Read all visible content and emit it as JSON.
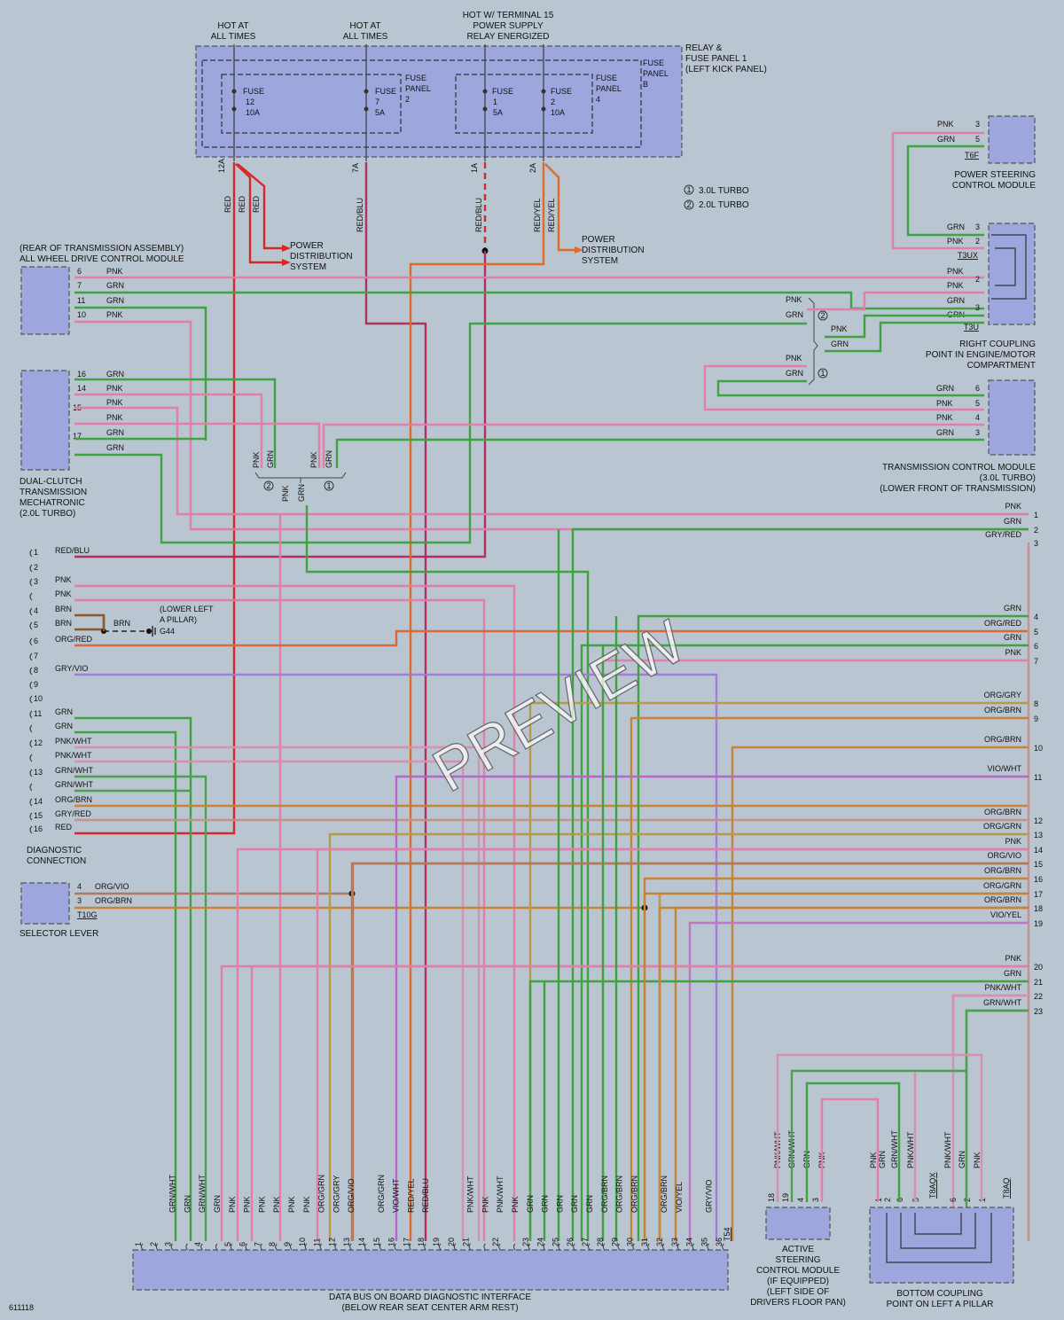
{
  "labels": {
    "hot_at_all_times_1": [
      "HOT AT",
      "ALL TIMES"
    ],
    "hot_at_all_times_2": [
      "HOT AT",
      "ALL TIMES"
    ],
    "hot_terminal_15": [
      "HOT W/ TERMINAL 15",
      "POWER SUPPLY",
      "RELAY ENERGIZED"
    ],
    "relay_fuse_panel": [
      "RELAY &",
      "FUSE PANEL 1",
      "(LEFT KICK PANEL)"
    ],
    "fuse_panel_2": [
      "FUSE",
      "PANEL",
      "2"
    ],
    "fuse_panel_4": [
      "FUSE",
      "PANEL",
      "4"
    ],
    "fuse_panel_b": [
      "FUSE",
      "PANEL",
      "B"
    ],
    "fuse_12": [
      "FUSE",
      "12",
      "10A"
    ],
    "fuse_7": [
      "FUSE",
      "7",
      "5A"
    ],
    "fuse_1": [
      "FUSE",
      "1",
      "5A"
    ],
    "fuse_2": [
      "FUSE",
      "2",
      "10A"
    ],
    "power_distribution_1": [
      "POWER",
      "DISTRIBUTION",
      "SYSTEM"
    ],
    "power_distribution_2": [
      "POWER",
      "DISTRIBUTION",
      "SYSTEM"
    ],
    "legend_1": "3.0L TURBO",
    "legend_2": "2.0L TURBO",
    "awd_module": [
      "(REAR OF TRANSMISSION ASSEMBLY)",
      "ALL WHEEL DRIVE CONTROL MODULE"
    ],
    "dual_clutch": [
      "DUAL-CLUTCH",
      "TRANSMISSION",
      "MECHATRONIC",
      "(2.0L TURBO)"
    ],
    "power_steering": [
      "POWER STEERING",
      "CONTROL MODULE"
    ],
    "right_coupling": [
      "RIGHT COUPLING",
      "POINT IN ENGINE/MOTOR",
      "COMPARTMENT"
    ],
    "transmission_cm": [
      "TRANSMISSION CONTROL MODULE",
      "(3.0L TURBO)",
      "(LOWER FRONT OF TRANSMISSION)"
    ],
    "diagnostic_connection": [
      "DIAGNOSTIC",
      "CONNECTION"
    ],
    "selector_lever": "SELECTOR LEVER",
    "lower_left_a_pillar": [
      "(LOWER LEFT",
      "A PILLAR)"
    ],
    "g44": "G44",
    "data_bus": [
      "DATA BUS ON BOARD DIAGNOSTIC INTERFACE",
      "(BELOW REAR SEAT CENTER ARM REST)"
    ],
    "active_steering": [
      "ACTIVE",
      "STEERING",
      "CONTROL MODULE",
      "(IF EQUIPPED)",
      "(LEFT SIDE OF",
      "DRIVERS FLOOR PAN)"
    ],
    "bottom_coupling": [
      "BOTTOM COUPLING",
      "POINT ON LEFT A PILLAR"
    ],
    "diagram_id": "611118",
    "watermark": "PREVIEW"
  },
  "connectors": {
    "t6f": "T6F",
    "t3ux": "T3UX",
    "t3u": "T3U",
    "t10g": "T10G",
    "t54": "T54",
    "t8aq": "T8AQ",
    "t8aqx": "T8AQX"
  },
  "fuse_pins": [
    "12A",
    "7A",
    "1A",
    "2A"
  ],
  "fuse_wires": [
    "RED",
    "RED",
    "RED",
    "RED/BLU",
    "RED/BLU",
    "RED/YEL",
    "RED/YEL"
  ],
  "awd_pins": [
    {
      "pin": "6",
      "color": "PNK"
    },
    {
      "pin": "7",
      "color": "GRN"
    },
    {
      "pin": "11",
      "color": "GRN"
    },
    {
      "pin": "10",
      "color": "PNK"
    }
  ],
  "mechatronic_pins": [
    {
      "pin": "16",
      "color": "GRN"
    },
    {
      "pin": "14",
      "color": "PNK"
    },
    {
      "pin": "",
      "color": "PNK"
    },
    {
      "pin": "15",
      "color": "PNK"
    },
    {
      "pin": "17",
      "color": "GRN"
    },
    {
      "pin": "",
      "color": "GRN"
    }
  ],
  "power_steering_pins": [
    {
      "pin": "3",
      "color": "PNK"
    },
    {
      "pin": "5",
      "color": "GRN"
    }
  ],
  "t3ux_pins": [
    {
      "pin": "3",
      "color": "GRN"
    },
    {
      "pin": "2",
      "color": "PNK"
    }
  ],
  "t3u_pins": [
    {
      "pin": "",
      "color": "PNK"
    },
    {
      "pin": "2",
      "color": "PNK"
    },
    {
      "pin": "",
      "color": "GRN"
    },
    {
      "pin": "3",
      "color": "GRN"
    }
  ],
  "splice_labels": [
    {
      "color": "PNK",
      "variant": ""
    },
    {
      "color": "GRN",
      "variant": "2"
    },
    {
      "color": "PNK",
      "variant": ""
    },
    {
      "color": "GRN",
      "variant": ""
    },
    {
      "color": "PNK",
      "variant": ""
    },
    {
      "color": "GRN",
      "variant": "1"
    }
  ],
  "tcm_pins": [
    {
      "pin": "6",
      "color": "GRN"
    },
    {
      "pin": "5",
      "color": "PNK"
    },
    {
      "pin": "4",
      "color": "PNK"
    },
    {
      "pin": "3",
      "color": "GRN"
    }
  ],
  "vertical_splice": {
    "top": [
      "PNK",
      "GRN",
      "PNK",
      "GRN"
    ],
    "bottom": [
      "PNK",
      "GRN"
    ],
    "variants": [
      "2",
      "1"
    ]
  },
  "diag_pins": [
    {
      "pin": "1",
      "color": "RED/BLU"
    },
    {
      "pin": "2",
      "color": ""
    },
    {
      "pin": "3",
      "color": "PNK"
    },
    {
      "pin": "",
      "color": "PNK"
    },
    {
      "pin": "4",
      "color": "BRN"
    },
    {
      "pin": "5",
      "color": "BRN"
    },
    {
      "pin": "6",
      "color": "ORG/RED"
    },
    {
      "pin": "7",
      "color": ""
    },
    {
      "pin": "8",
      "color": "GRY/VIO"
    },
    {
      "pin": "9",
      "color": ""
    },
    {
      "pin": "10",
      "color": ""
    },
    {
      "pin": "11",
      "color": "GRN"
    },
    {
      "pin": "",
      "color": "GRN"
    },
    {
      "pin": "12",
      "color": "PNK/WHT"
    },
    {
      "pin": "",
      "color": "PNK/WHT"
    },
    {
      "pin": "13",
      "color": "GRN/WHT"
    },
    {
      "pin": "",
      "color": "GRN/WHT"
    },
    {
      "pin": "14",
      "color": "ORG/BRN"
    },
    {
      "pin": "15",
      "color": "GRY/RED"
    },
    {
      "pin": "16",
      "color": "RED"
    }
  ],
  "g44_wire": "BRN",
  "selector_pins": [
    {
      "pin": "4",
      "color": "ORG/VIO"
    },
    {
      "pin": "3",
      "color": "ORG/BRN"
    }
  ],
  "right_refs": [
    {
      "num": "1",
      "color": "PNK"
    },
    {
      "num": "2",
      "color": "GRN"
    },
    {
      "num": "3",
      "color": "GRY/RED"
    },
    {
      "num": "4",
      "color": "GRN"
    },
    {
      "num": "5",
      "color": "ORG/RED"
    },
    {
      "num": "6",
      "color": "GRN"
    },
    {
      "num": "7",
      "color": "PNK"
    },
    {
      "num": "8",
      "color": "ORG/GRY"
    },
    {
      "num": "9",
      "color": "ORG/BRN"
    },
    {
      "num": "10",
      "color": "ORG/BRN"
    },
    {
      "num": "11",
      "color": "VIO/WHT"
    },
    {
      "num": "12",
      "color": "ORG/BRN"
    },
    {
      "num": "13",
      "color": "ORG/GRN"
    },
    {
      "num": "14",
      "color": "PNK"
    },
    {
      "num": "15",
      "color": "ORG/VIO"
    },
    {
      "num": "16",
      "color": "ORG/BRN"
    },
    {
      "num": "17",
      "color": "ORG/GRN"
    },
    {
      "num": "18",
      "color": "ORG/BRN"
    },
    {
      "num": "19",
      "color": "VIO/YEL"
    },
    {
      "num": "20",
      "color": "PNK"
    },
    {
      "num": "21",
      "color": "GRN"
    },
    {
      "num": "22",
      "color": "PNK/WHT"
    },
    {
      "num": "23",
      "color": "GRN/WHT"
    }
  ],
  "bus_pins": [
    {
      "pin": "1",
      "color": ""
    },
    {
      "pin": "2",
      "color": ""
    },
    {
      "pin": "3",
      "color": "GRN/WHT"
    },
    {
      "pin": "",
      "color": "GRN"
    },
    {
      "pin": "4",
      "color": "GRN/WHT"
    },
    {
      "pin": "",
      "color": "GRN"
    },
    {
      "pin": "5",
      "color": "PNK"
    },
    {
      "pin": "6",
      "color": "PNK"
    },
    {
      "pin": "7",
      "color": "PNK"
    },
    {
      "pin": "8",
      "color": "PNK"
    },
    {
      "pin": "9",
      "color": "PNK"
    },
    {
      "pin": "10",
      "color": "PNK"
    },
    {
      "pin": "11",
      "color": "ORG/GRN"
    },
    {
      "pin": "12",
      "color": "ORG/GRY"
    },
    {
      "pin": "13",
      "color": "ORG/VIO"
    },
    {
      "pin": "14",
      "color": ""
    },
    {
      "pin": "15",
      "color": "ORG/GRN"
    },
    {
      "pin": "16",
      "color": "VIO/WHT"
    },
    {
      "pin": "17",
      "color": "RED/YEL"
    },
    {
      "pin": "18",
      "color": "RED/BLU"
    },
    {
      "pin": "19",
      "color": ""
    },
    {
      "pin": "20",
      "color": ""
    },
    {
      "pin": "21",
      "color": "PNK/WHT"
    },
    {
      "pin": "",
      "color": "PNK"
    },
    {
      "pin": "22",
      "color": "PNK/WHT"
    },
    {
      "pin": "",
      "color": "PNK"
    },
    {
      "pin": "23",
      "color": "GRN"
    },
    {
      "pin": "24",
      "color": "GRN"
    },
    {
      "pin": "25",
      "color": "GRN"
    },
    {
      "pin": "26",
      "color": "GRN"
    },
    {
      "pin": "27",
      "color": "GRN"
    },
    {
      "pin": "28",
      "color": "ORG/BRN"
    },
    {
      "pin": "29",
      "color": "ORG/BRN"
    },
    {
      "pin": "30",
      "color": "ORG/BRN"
    },
    {
      "pin": "31",
      "color": ""
    },
    {
      "pin": "32",
      "color": "ORG/BRN"
    },
    {
      "pin": "33",
      "color": "VIO/YEL"
    },
    {
      "pin": "34",
      "color": ""
    },
    {
      "pin": "35",
      "color": "GRY/VIO"
    },
    {
      "pin": "36",
      "color": ""
    }
  ],
  "active_pins": [
    {
      "pin": "18",
      "color": "PNK/WHT"
    },
    {
      "pin": "19",
      "color": "GRN/WHT"
    },
    {
      "pin": "4",
      "color": "GRN"
    },
    {
      "pin": "3",
      "color": "PNK"
    }
  ],
  "bottom_pins": [
    {
      "pin": "1",
      "color": "PNK"
    },
    {
      "pin": "2",
      "color": "GRN"
    },
    {
      "pin": "6",
      "color": "GRN/WHT"
    },
    {
      "pin": "5",
      "color": "PNK/WHT"
    },
    {
      "pin": "6",
      "color": "PNK/WHT"
    },
    {
      "pin": "2",
      "color": "GRN"
    },
    {
      "pin": "1",
      "color": "PNK"
    }
  ]
}
